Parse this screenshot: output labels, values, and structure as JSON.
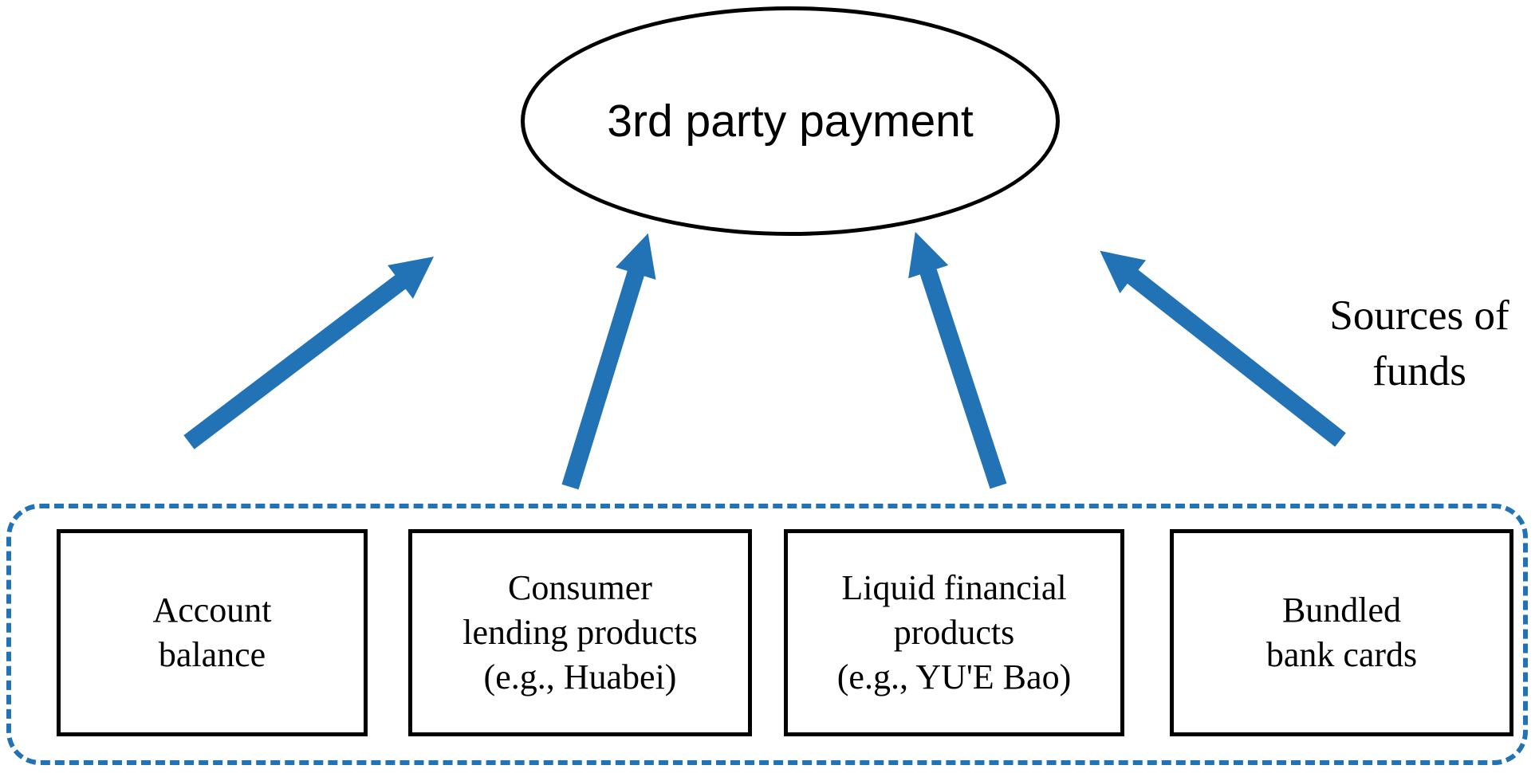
{
  "diagram": {
    "title": "3rd party payment",
    "side_label_lines": [
      "Sources of",
      "funds"
    ],
    "sources": [
      {
        "label": "Account balance",
        "lines": [
          "Account",
          "balance"
        ]
      },
      {
        "label": "Consumer lending products (e.g., Huabei)",
        "lines": [
          "Consumer",
          "lending products",
          "(e.g., Huabei)"
        ]
      },
      {
        "label": "Liquid financial products (e.g., YU'E Bao)",
        "lines": [
          "Liquid financial",
          "products",
          "(e.g., YU'E Bao)"
        ]
      },
      {
        "label": "Bundled bank cards",
        "lines": [
          "Bundled",
          "bank cards"
        ]
      }
    ],
    "colors": {
      "arrow_blue": "#2272b6",
      "outline_black": "#000000"
    }
  }
}
